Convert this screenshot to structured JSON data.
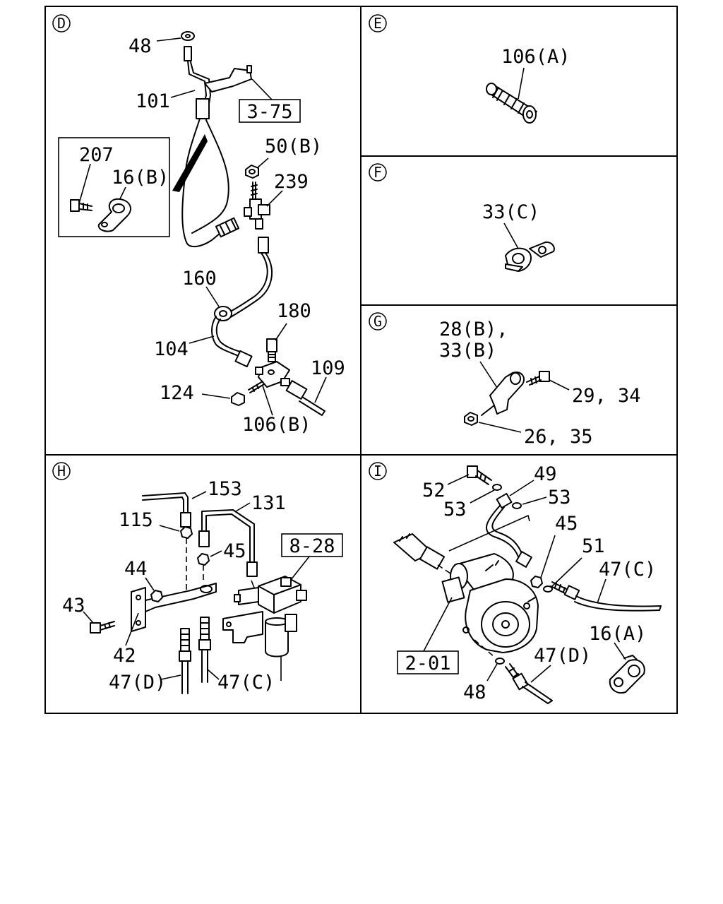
{
  "panels": {
    "D": {
      "caption": "D",
      "labels": {
        "l48": "48",
        "l101": "101",
        "ref_3_75": "3-75",
        "l207": "207",
        "l16b": "16(B)",
        "l50b": "50(B)",
        "l239": "239",
        "l160": "160",
        "l180": "180",
        "l104": "104",
        "l109": "109",
        "l124": "124",
        "l106b": "106(B)"
      }
    },
    "E": {
      "caption": "E",
      "labels": {
        "l106a": "106(A)"
      }
    },
    "F": {
      "caption": "F",
      "labels": {
        "l33c": "33(C)"
      }
    },
    "G": {
      "caption": "G",
      "labels": {
        "l28b": "28(B),",
        "l33b": "33(B)",
        "l29_34": "29, 34",
        "l26_35": "26, 35"
      }
    },
    "H": {
      "caption": "H",
      "labels": {
        "l153": "153",
        "l131": "131",
        "l115": "115",
        "l45": "45",
        "ref_8_28": "8-28",
        "l44": "44",
        "l43": "43",
        "l42": "42",
        "l47d": "47(D)",
        "l47c": "47(C)"
      }
    },
    "I": {
      "caption": "I",
      "labels": {
        "l49": "49",
        "l52": "52",
        "l53a": "53",
        "l53b": "53",
        "l45": "45",
        "l51": "51",
        "l47c": "47(C)",
        "l16a": "16(A)",
        "ref_2_01": "2-01",
        "l47d": "47(D)",
        "l48": "48"
      }
    }
  }
}
